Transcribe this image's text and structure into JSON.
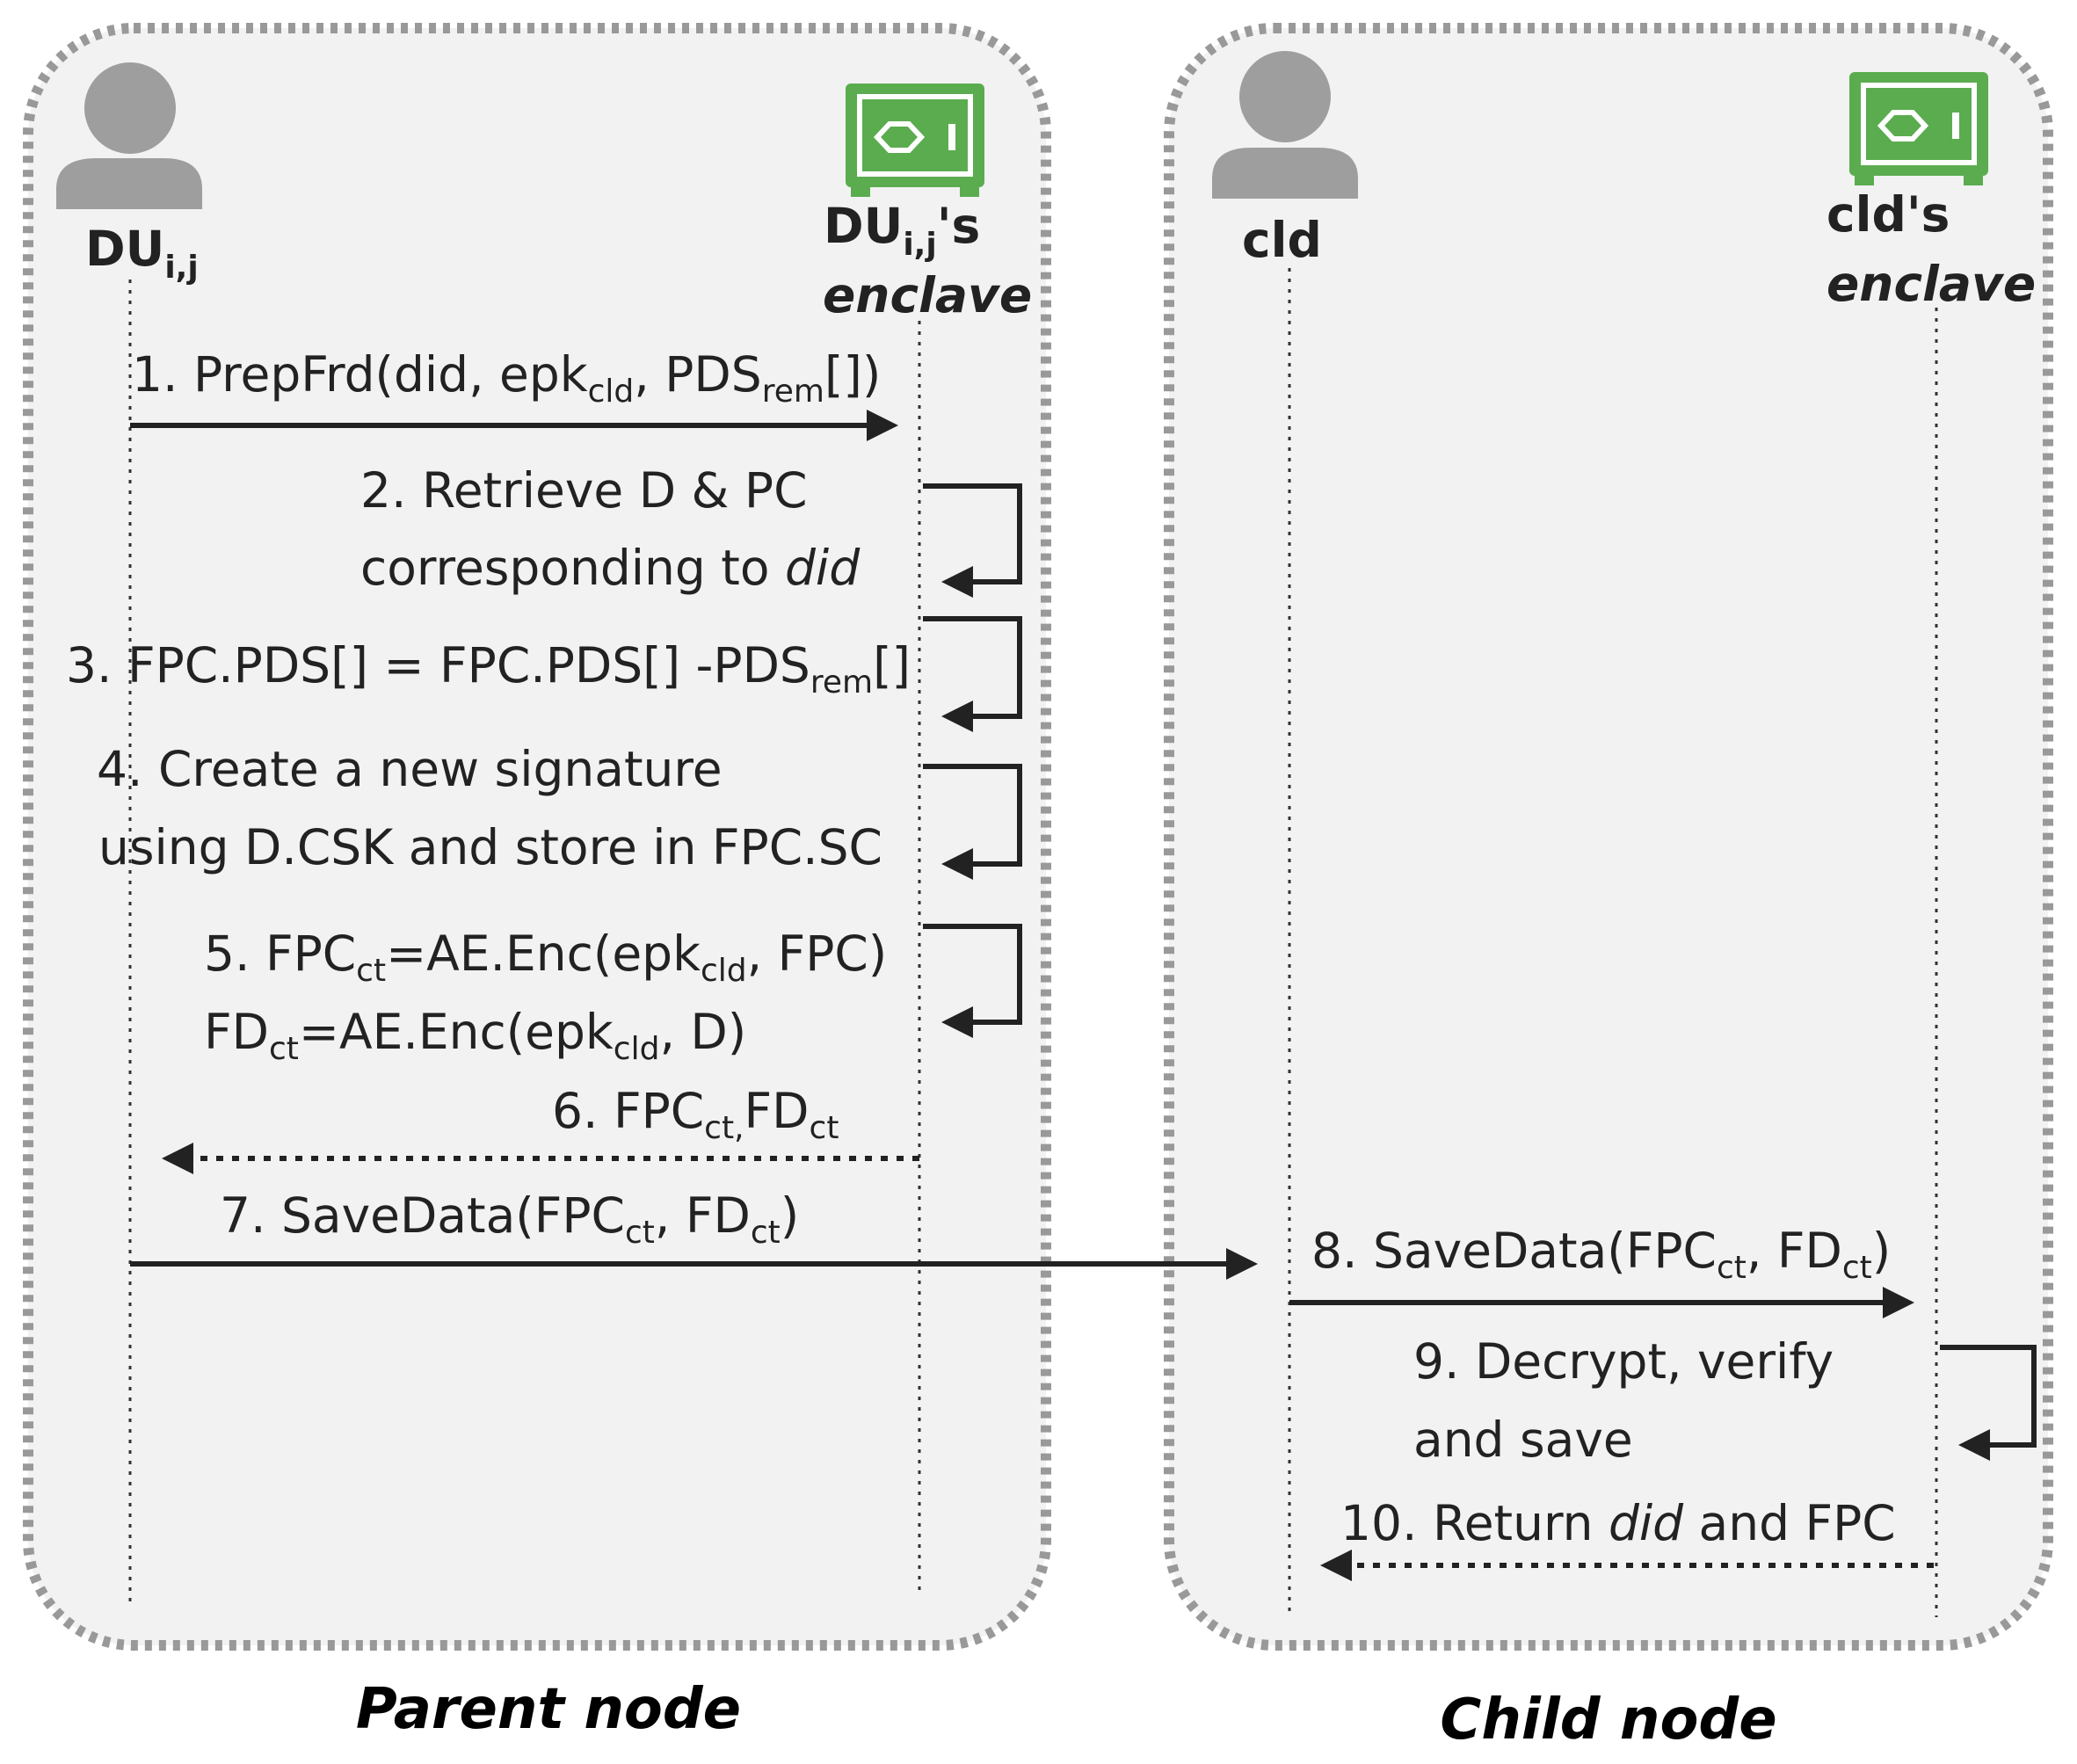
{
  "colors": {
    "panel_fill": "#f2f2f2",
    "panel_border": "#999999",
    "person_icon": "#9e9e9e",
    "enclave_icon": "#5aac4f",
    "line": "#222222"
  },
  "icons": {
    "person": "person-icon",
    "enclave": "safe-icon"
  },
  "parent": {
    "caption": "Parent node",
    "actor": {
      "base": "DU",
      "sub": "i,j"
    },
    "enclave": {
      "base": "DU",
      "sub": "i,j",
      "suffix": "'s",
      "line2": "enclave"
    }
  },
  "child": {
    "caption": "Child node",
    "actor": {
      "name": "cld"
    },
    "enclave": {
      "line1": "cld's",
      "line2": "enclave"
    }
  },
  "messages": {
    "m1": {
      "a": "1. PrepFrd(did, epk",
      "s1": "cld",
      "b": ", PDS",
      "s2": "rem",
      "c": "[])"
    },
    "m2": {
      "line1": "2. Retrieve D & PC",
      "line2a": "corresponding to ",
      "line2b": "did"
    },
    "m3": {
      "a": "3. FPC.PDS[] = FPC.PDS[]  -PDS",
      "s1": "rem",
      "b": "[]"
    },
    "m4": {
      "line1": "4. Create a new signature",
      "line2": "using D.CSK and store in FPC.SC"
    },
    "m5": {
      "l1a": "5. FPC",
      "l1s1": "ct",
      "l1b": "=AE.Enc(epk",
      "l1s2": "cld",
      "l1c": ", FPC)",
      "l2a": "FD",
      "l2s1": "ct",
      "l2b": "=AE.Enc(epk",
      "l2s2": "cld",
      "l2c": ", D)"
    },
    "m6": {
      "a": "6. FPC",
      "s1": "ct,",
      "b": "FD",
      "s2": "ct"
    },
    "m7": {
      "a": "7. SaveData(FPC",
      "s1": "ct",
      "b": ", FD",
      "s2": "ct",
      "c": ")"
    },
    "m8": {
      "a": "8. SaveData(FPC",
      "s1": "ct",
      "b": ", FD",
      "s2": "ct",
      "c": ")"
    },
    "m9": {
      "line1": "9. Decrypt, verify",
      "line2": "and save"
    },
    "m10": {
      "a": "10. Return ",
      "b": "did",
      "c": " and FPC"
    }
  }
}
